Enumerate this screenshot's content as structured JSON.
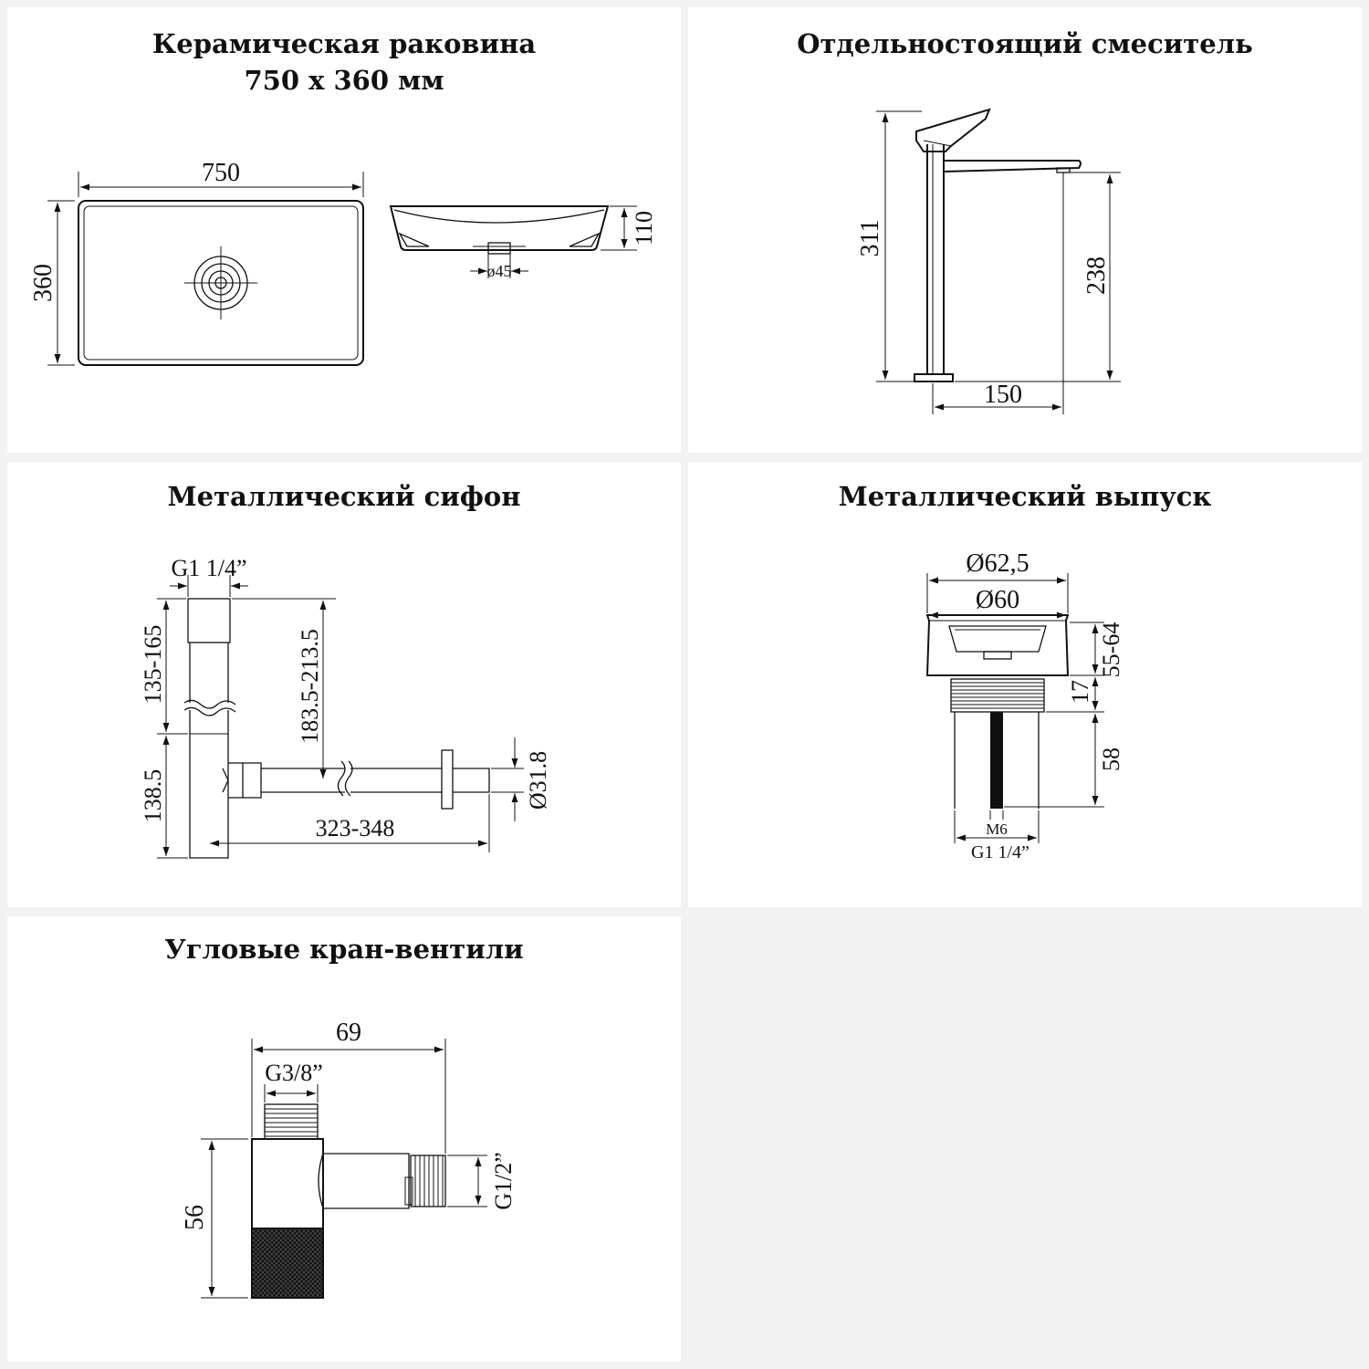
{
  "panels": {
    "sink": {
      "title_line1": "Керамическая раковина",
      "title_line2": "750 x 360 мм",
      "dim_width": "750",
      "dim_depth": "360",
      "dim_height": "110",
      "dim_drain": "ø45"
    },
    "mixer": {
      "title": "Отдельностоящий смеситель",
      "dim_total_height": "311",
      "dim_spout_height": "238",
      "dim_reach": "150"
    },
    "siphon": {
      "title": "Металлический сифон",
      "dim_thread": "G1 1/4”",
      "dim_upper": "135-165",
      "dim_drop": "183.5-213.5",
      "dim_lower": "138.5",
      "dim_length": "323-348",
      "dim_diameter": "Ø31.8"
    },
    "outlet": {
      "title": "Металлический выпуск",
      "dim_outer_diameter": "Ø62,5",
      "dim_inner_diameter": "Ø60",
      "dim_range": "55-64",
      "dim_thread_height": "17",
      "dim_body_height": "58",
      "dim_screw": "M6",
      "dim_thread": "G1 1/4”"
    },
    "valve": {
      "title": "Угловые кран-вентили",
      "dim_length": "69",
      "dim_inlet_thread": "G3/8”",
      "dim_height": "56",
      "dim_outlet_thread": "G1/2”"
    }
  }
}
